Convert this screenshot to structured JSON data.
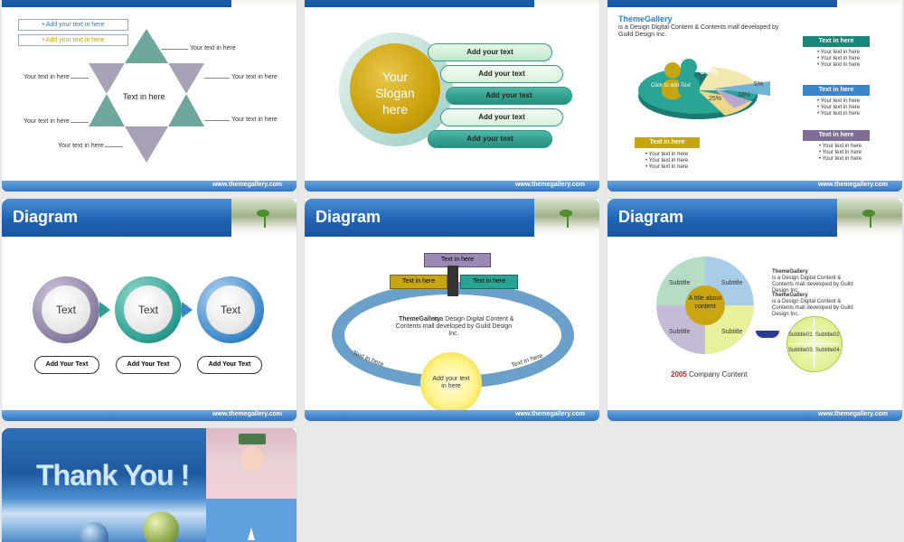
{
  "footer_url": "www.themegallery.com",
  "slide1": {
    "box1": "• Add your text in here",
    "box2": "• Add your text in here",
    "center": "Text in here",
    "labels": [
      "Your text in here",
      "Your text in here",
      "Your text in here",
      "Your text in here",
      "Your text in here",
      "Your text in here"
    ]
  },
  "slide2": {
    "slogan": "Your Slogan here",
    "items": [
      "Add your text",
      "Add your text",
      "Add your text",
      "Add your text",
      "Add your text"
    ]
  },
  "slide3": {
    "brand": "ThemeGallery",
    "desc": "is a Design Digital Content & Contents mall developed by Guild Design Inc.",
    "pct_60": "60%",
    "pct_25": "25%",
    "pct_10": "10%",
    "pct_5": "5%",
    "click": "Click to add Text",
    "callouts": [
      "Text in here",
      "Text in here",
      "Text in here",
      "Text in here"
    ],
    "bullet": "• Your text in here"
  },
  "slide4": {
    "title": "Diagram",
    "rings": [
      "Text",
      "Text",
      "Text"
    ],
    "buttons": [
      "Add Your Text",
      "Add Your Text",
      "Add Your Text"
    ]
  },
  "slide5": {
    "title": "Diagram",
    "top_box": "Text in here",
    "left_box": "Text in here",
    "right_box": "Text in here",
    "brand": "ThemeGallery",
    "desc": "is a Design Digital Content & Contents mall developed by Guild Design Inc.",
    "arc_left": "Text in here",
    "arc_right": "Text in here",
    "sun": "Add your text in here"
  },
  "slide6": {
    "title": "Diagram",
    "center": "A title about content",
    "quads": [
      "Subtitle",
      "Subtitle",
      "Subtitle",
      "Subtitle"
    ],
    "brand": "ThemeGallery",
    "desc": "is a Design Digital Content & Contents mall developed by Guild Design Inc.",
    "year": "2005",
    "caption": "Company Content",
    "small": [
      "Subtitle01",
      "Subtitle02",
      "Subtitle03",
      "Subtitle04"
    ]
  },
  "slide7": {
    "title": "Thank You !"
  }
}
